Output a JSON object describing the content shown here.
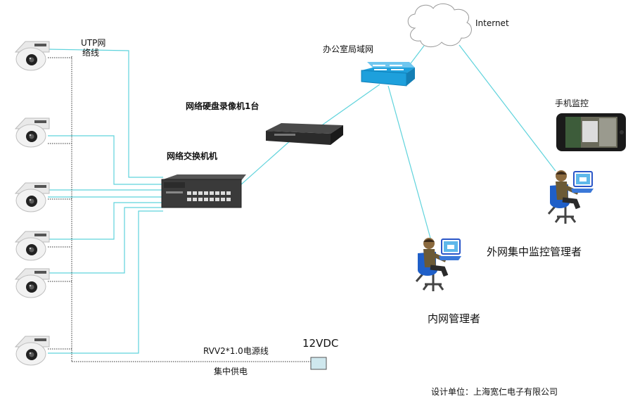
{
  "labels": {
    "utp_line1": "UTP网",
    "utp_line2": "络线",
    "internet": "Internet",
    "office_lan": "办公室局域网",
    "nvr": "网络硬盘录像机1台",
    "switch": "网络交换机机",
    "phone_monitor": "手机监控",
    "external_manager": "外网集中监控管理者",
    "internal_manager": "内网管理者",
    "power_voltage": "12VDC",
    "power_cable": "RVV2*1.0电源线",
    "central_power": "集中供电",
    "designer": "设计单位：上海宽仁电子有限公司"
  },
  "colors": {
    "network_line": "#5fd3dc",
    "power_line": "#333333",
    "hub_fill": "#1ea0dc",
    "switch_body": "#3a3a3a",
    "nvr_body": "#2b2b2b",
    "psu_fill": "#cfe8ee"
  },
  "icons": {
    "camera": "dome-camera-icon",
    "switch": "network-switch-icon",
    "nvr": "nvr-recorder-icon",
    "hub": "lan-hub-icon",
    "cloud": "internet-cloud-icon",
    "phone": "smartphone-icon",
    "person": "manager-at-computer-icon",
    "psu": "power-supply-icon"
  }
}
